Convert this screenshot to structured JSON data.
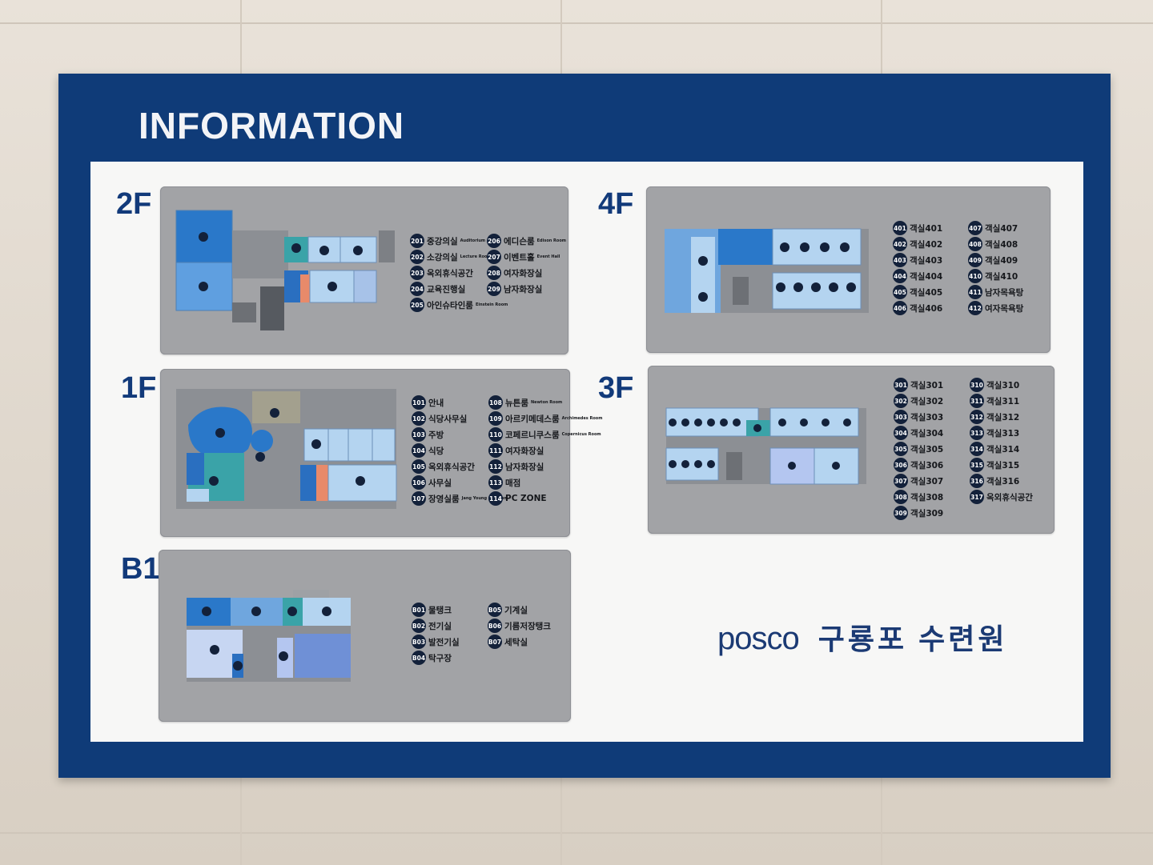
{
  "sign": {
    "title": "INFORMATION",
    "brand": "posco",
    "place": "구룡포 수련원"
  },
  "floors": {
    "f2": {
      "label": "2F",
      "col1": [
        {
          "num": "201",
          "name": "중강의실",
          "sub": "Auditorium"
        },
        {
          "num": "202",
          "name": "소강의실",
          "sub": "Lecture Room"
        },
        {
          "num": "203",
          "name": "옥외휴식공간",
          "sub": ""
        },
        {
          "num": "204",
          "name": "교육진행실",
          "sub": ""
        },
        {
          "num": "205",
          "name": "아인슈타인룸",
          "sub": "Einstein Room"
        }
      ],
      "col2": [
        {
          "num": "206",
          "name": "에디슨룸",
          "sub": "Edison Room"
        },
        {
          "num": "207",
          "name": "이벤트홀",
          "sub": "Event Hall"
        },
        {
          "num": "208",
          "name": "여자화장실",
          "sub": ""
        },
        {
          "num": "209",
          "name": "남자화장실",
          "sub": ""
        }
      ]
    },
    "f1": {
      "label": "1F",
      "col1": [
        {
          "num": "101",
          "name": "안내",
          "sub": ""
        },
        {
          "num": "102",
          "name": "식당사무실",
          "sub": ""
        },
        {
          "num": "103",
          "name": "주방",
          "sub": ""
        },
        {
          "num": "104",
          "name": "식당",
          "sub": ""
        },
        {
          "num": "105",
          "name": "옥외휴식공간",
          "sub": ""
        },
        {
          "num": "106",
          "name": "사무실",
          "sub": ""
        },
        {
          "num": "107",
          "name": "장영실룸",
          "sub": "Jang Young Sil Room"
        }
      ],
      "col2": [
        {
          "num": "108",
          "name": "뉴튼룸",
          "sub": "Newton Room"
        },
        {
          "num": "109",
          "name": "아르키메데스룸",
          "sub": "Archimedes Room"
        },
        {
          "num": "110",
          "name": "코페르니쿠스룸",
          "sub": "Copernicus Room"
        },
        {
          "num": "111",
          "name": "여자화장실",
          "sub": ""
        },
        {
          "num": "112",
          "name": "남자화장실",
          "sub": ""
        },
        {
          "num": "113",
          "name": "매점",
          "sub": ""
        },
        {
          "num": "114",
          "name": "PC ZONE",
          "sub": ""
        }
      ]
    },
    "b1": {
      "label": "B1",
      "col1": [
        {
          "num": "B01",
          "name": "물탱크",
          "sub": ""
        },
        {
          "num": "B02",
          "name": "전기실",
          "sub": ""
        },
        {
          "num": "B03",
          "name": "발전기실",
          "sub": ""
        },
        {
          "num": "B04",
          "name": "탁구장",
          "sub": ""
        }
      ],
      "col2": [
        {
          "num": "B05",
          "name": "기계실",
          "sub": ""
        },
        {
          "num": "B06",
          "name": "기름저장탱크",
          "sub": ""
        },
        {
          "num": "B07",
          "name": "세탁실",
          "sub": ""
        }
      ]
    },
    "f4": {
      "label": "4F",
      "col1": [
        {
          "num": "401",
          "name": "객실401",
          "sub": ""
        },
        {
          "num": "402",
          "name": "객실402",
          "sub": ""
        },
        {
          "num": "403",
          "name": "객실403",
          "sub": ""
        },
        {
          "num": "404",
          "name": "객실404",
          "sub": ""
        },
        {
          "num": "405",
          "name": "객실405",
          "sub": ""
        },
        {
          "num": "406",
          "name": "객실406",
          "sub": ""
        }
      ],
      "col2": [
        {
          "num": "407",
          "name": "객실407",
          "sub": ""
        },
        {
          "num": "408",
          "name": "객실408",
          "sub": ""
        },
        {
          "num": "409",
          "name": "객실409",
          "sub": ""
        },
        {
          "num": "410",
          "name": "객실410",
          "sub": ""
        },
        {
          "num": "411",
          "name": "남자목욕탕",
          "sub": ""
        },
        {
          "num": "412",
          "name": "여자목욕탕",
          "sub": ""
        }
      ]
    },
    "f3": {
      "label": "3F",
      "col1": [
        {
          "num": "301",
          "name": "객실301",
          "sub": ""
        },
        {
          "num": "302",
          "name": "객실302",
          "sub": ""
        },
        {
          "num": "303",
          "name": "객실303",
          "sub": ""
        },
        {
          "num": "304",
          "name": "객실304",
          "sub": ""
        },
        {
          "num": "305",
          "name": "객실305",
          "sub": ""
        },
        {
          "num": "306",
          "name": "객실306",
          "sub": ""
        },
        {
          "num": "307",
          "name": "객실307",
          "sub": ""
        },
        {
          "num": "308",
          "name": "객실308",
          "sub": ""
        },
        {
          "num": "309",
          "name": "객실309",
          "sub": ""
        }
      ],
      "col2": [
        {
          "num": "310",
          "name": "객실310",
          "sub": ""
        },
        {
          "num": "311",
          "name": "객실311",
          "sub": ""
        },
        {
          "num": "312",
          "name": "객실312",
          "sub": ""
        },
        {
          "num": "313",
          "name": "객실313",
          "sub": ""
        },
        {
          "num": "314",
          "name": "객실314",
          "sub": ""
        },
        {
          "num": "315",
          "name": "객실315",
          "sub": ""
        },
        {
          "num": "316",
          "name": "객실316",
          "sub": ""
        },
        {
          "num": "317",
          "name": "옥외휴식공간",
          "sub": ""
        }
      ]
    }
  },
  "colors": {
    "frame": "#0f3b78",
    "panel": "#a2a3a6",
    "room_dark": "#2a78c9",
    "room_mid": "#6fa6de",
    "room_light": "#b4d4f0",
    "room_teal": "#3aa3a8"
  }
}
